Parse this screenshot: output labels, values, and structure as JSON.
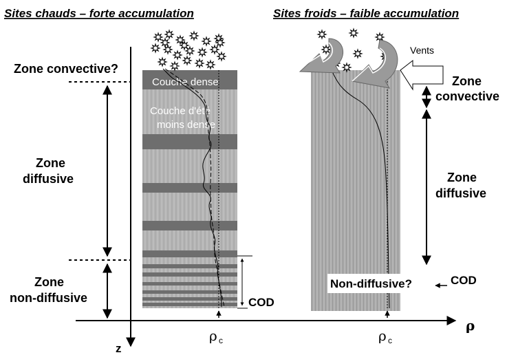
{
  "titles": {
    "left": "Sites chauds – forte accumulation",
    "right": "Sites froids – faible accumulation"
  },
  "left_zones": {
    "convective": "Zone convective?",
    "diffusive_1": "Zone",
    "diffusive_2": "diffusive",
    "nondiffusive_1": "Zone",
    "nondiffusive_2": "non-diffusive"
  },
  "left_column": {
    "dense_layer": "Couche dense",
    "summer_layer_1": "Couche d'été",
    "summer_layer_2": "moins dense",
    "cod": "COD"
  },
  "right_zones": {
    "winds": "Vents",
    "convective_1": "Zone",
    "convective_2": "convective",
    "diffusive_1": "Zone",
    "diffusive_2": "diffusive",
    "nondiffusive": "Non-diffusive?",
    "cod": "COD"
  },
  "axes": {
    "z": "z",
    "rho": "ρ",
    "rho_c": "ρ",
    "rho_c_sub": "c"
  },
  "colors": {
    "firn_light": "#b4b4b4",
    "firn_dark": "#6e6e6e",
    "firn_right": "#aaaaaa",
    "arrow_fill": "#9a9a9a"
  }
}
